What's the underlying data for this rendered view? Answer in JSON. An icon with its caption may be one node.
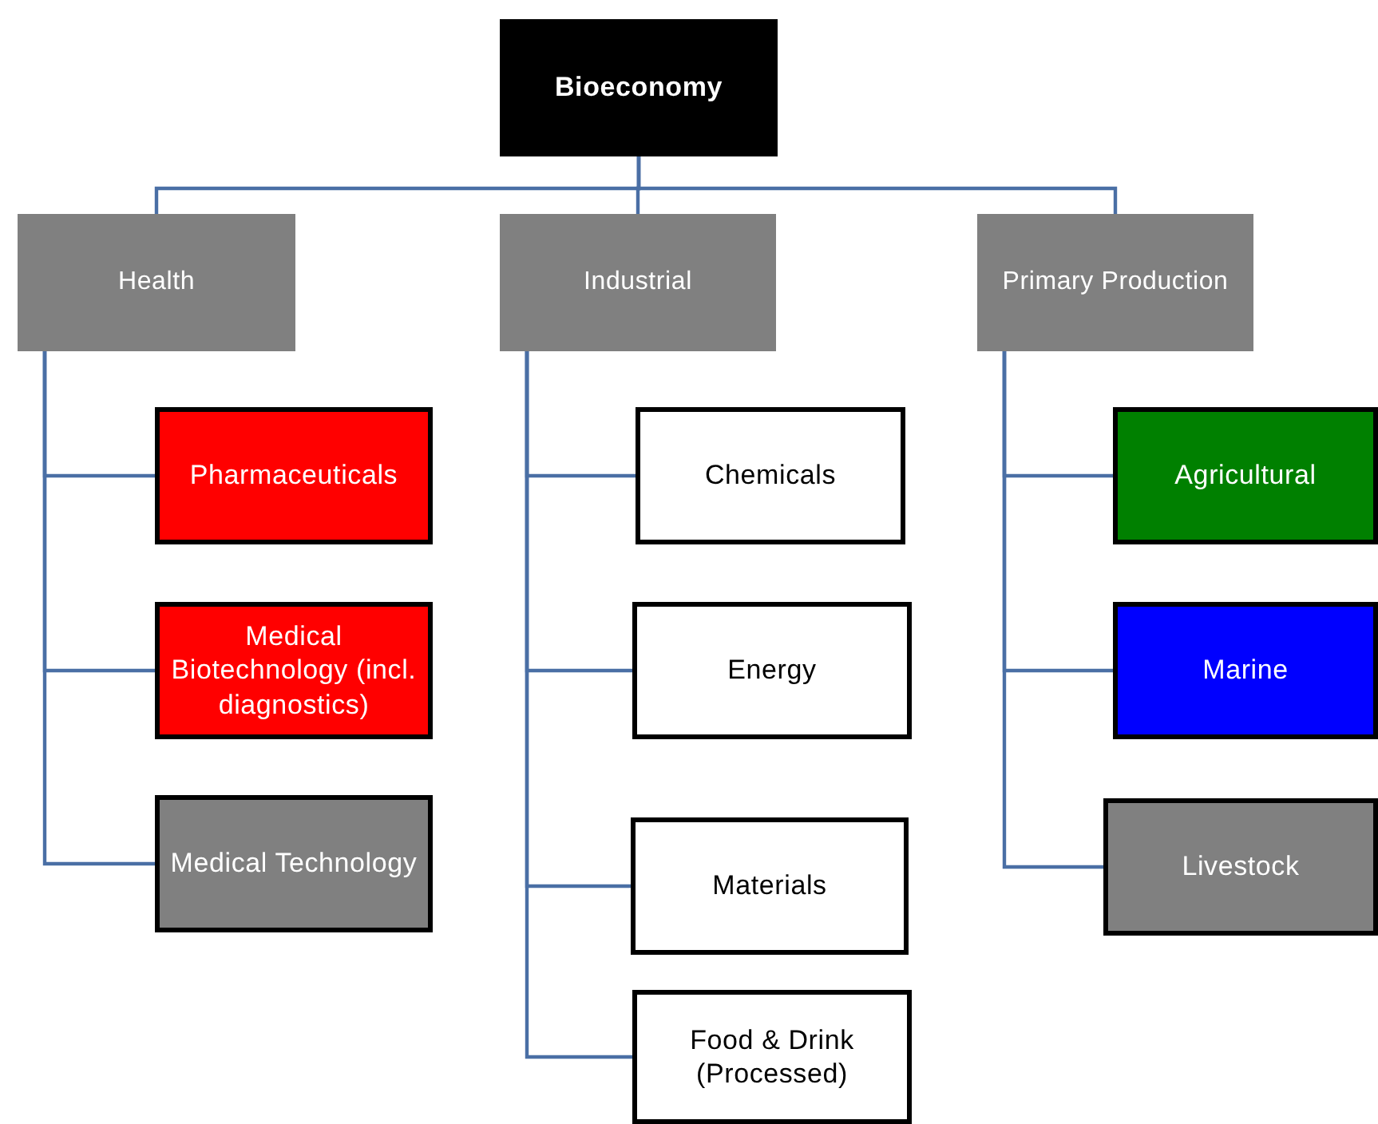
{
  "diagram": {
    "nodes": [
      {
        "text": [
          "Bioeconomy"
        ]
      },
      {
        "text": [
          "Health"
        ]
      },
      {
        "text": [
          "Industrial"
        ]
      },
      {
        "text": [
          "Primary Production"
        ]
      },
      {
        "text": [
          "Pharmaceuticals"
        ]
      },
      {
        "text": [
          "Medical Biotechnology (incl. diagnostics)"
        ]
      },
      {
        "text": [
          "Medical Technology"
        ]
      },
      {
        "text": [
          "Chemicals"
        ]
      },
      {
        "text": [
          "Energy"
        ]
      },
      {
        "text": [
          "Materials"
        ]
      },
      {
        "text": [
          "Food & Drink (Processed)"
        ]
      },
      {
        "text": [
          "Agricultural"
        ]
      },
      {
        "text": [
          "Marine"
        ]
      },
      {
        "text": [
          "Livestock"
        ]
      }
    ],
    "edges": [
      {
        "from": 0,
        "to": 1,
        "arrow": "none"
      },
      {
        "from": 0,
        "to": 2,
        "arrow": "none"
      },
      {
        "from": 0,
        "to": 3,
        "arrow": "none"
      },
      {
        "from": 1,
        "to": 4,
        "arrow": "none"
      },
      {
        "from": 1,
        "to": 5,
        "arrow": "none"
      },
      {
        "from": 1,
        "to": 6,
        "arrow": "none"
      },
      {
        "from": 2,
        "to": 7,
        "arrow": "none"
      },
      {
        "from": 2,
        "to": 8,
        "arrow": "none"
      },
      {
        "from": 2,
        "to": 9,
        "arrow": "none"
      },
      {
        "from": 2,
        "to": 10,
        "arrow": "none"
      },
      {
        "from": 3,
        "to": 11,
        "arrow": "none"
      },
      {
        "from": 3,
        "to": 12,
        "arrow": "none"
      },
      {
        "from": 3,
        "to": 13,
        "arrow": "none"
      }
    ]
  }
}
